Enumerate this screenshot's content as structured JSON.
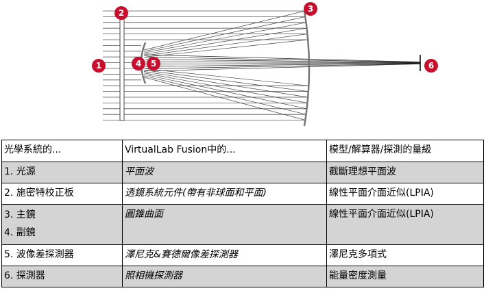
{
  "diagram": {
    "markers": [
      "1",
      "2",
      "3",
      "4",
      "5",
      "6"
    ]
  },
  "table": {
    "headers": [
      "光學系統的...",
      "VirtualLab Fusion中的...",
      "模型/解算器/探測的量級"
    ],
    "rows": [
      {
        "c1": "1. 光源",
        "c2": "平面波",
        "c3": "截斷理想平面波"
      },
      {
        "c1": "2. 施密特校正板",
        "c2": "透鏡系統元件(帶有非球面和平面)",
        "c3": "線性平面介面近似(LPIA)"
      },
      {
        "c1a": "3. 主鏡",
        "c1b": "4. 副鏡",
        "c2": "圓錐曲面",
        "c3": "線性平面介面近似(LPIA)"
      },
      {
        "c1": "5. 波像差探測器",
        "c2": "澤尼克&賽德爾像差探測器",
        "c3": "澤尼克多項式"
      },
      {
        "c1": "6. 探測器",
        "c2": "照相機探測器",
        "c3": "能量密度測量"
      }
    ]
  }
}
